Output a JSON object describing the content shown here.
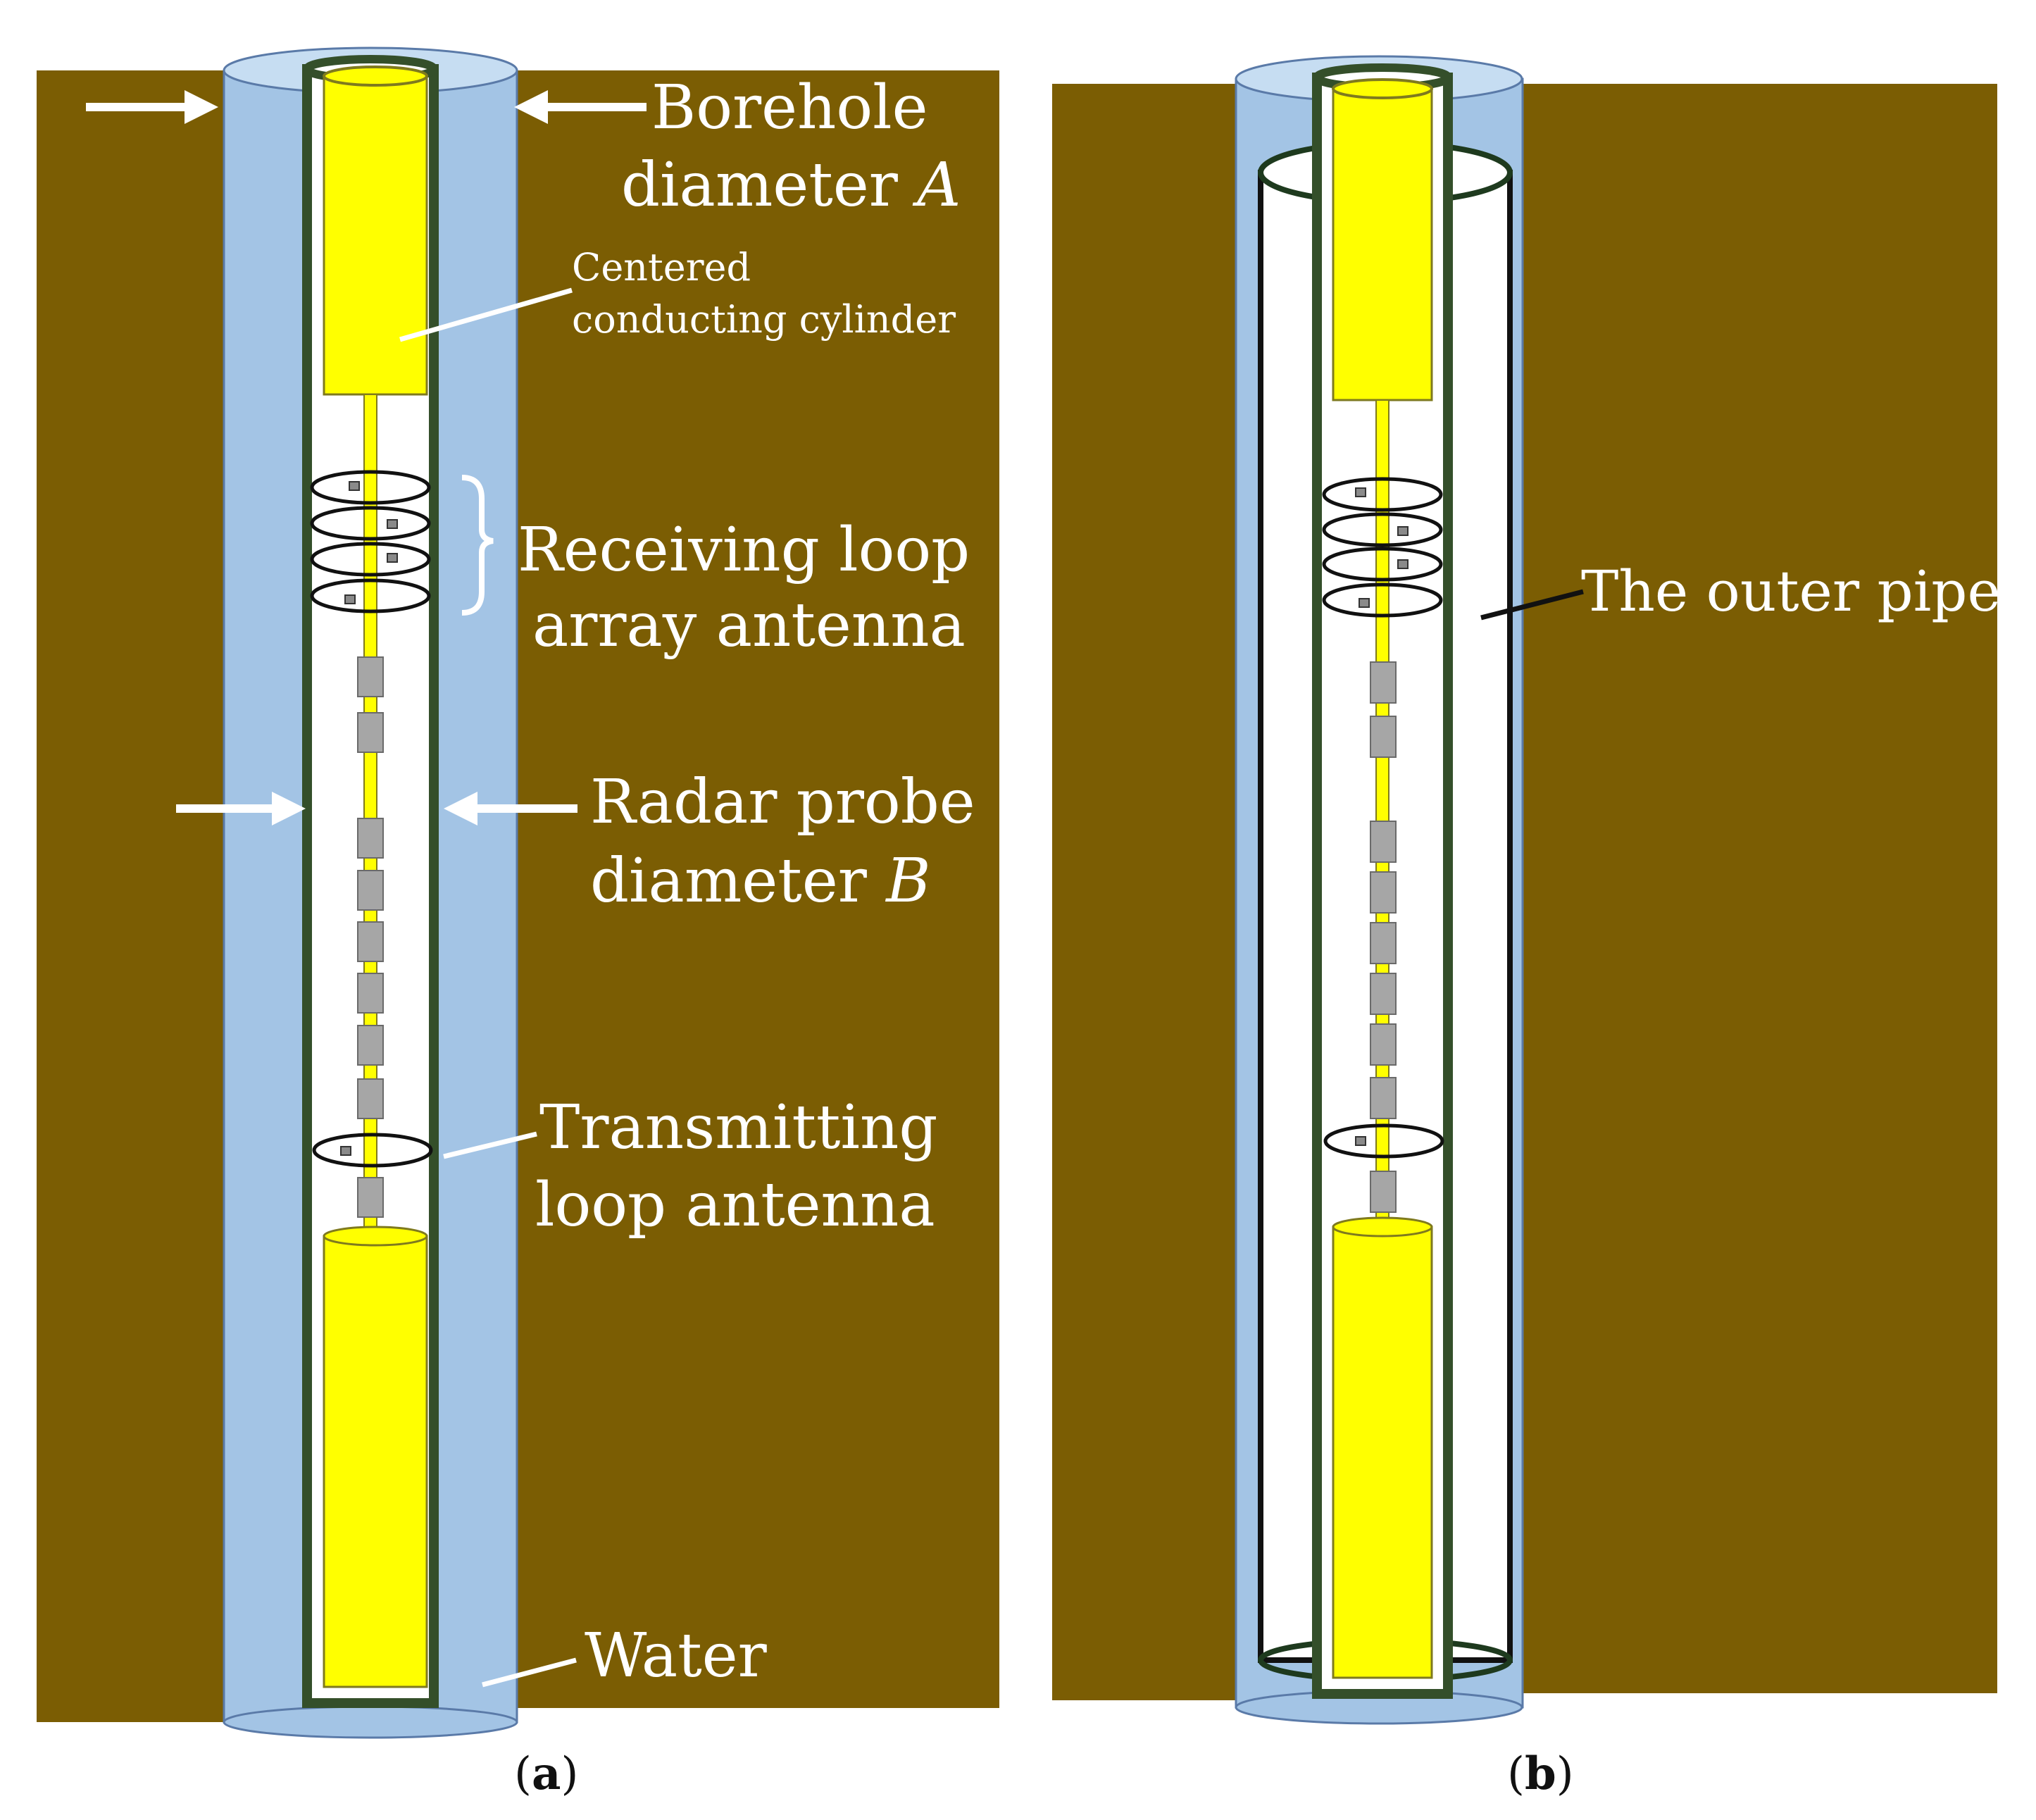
{
  "colors": {
    "soil": "#7b5d03",
    "water": "#a3c4e5",
    "water_top": "#c6ddf2",
    "pipe_wall": "#344f2a",
    "probe": "#ffff00",
    "probe_edge": "#7f7a1e",
    "segment": "#a6a6a6",
    "white": "#ffffff",
    "loop": "#111111",
    "label_white": "#ffffff",
    "label_black": "#111111"
  },
  "panel_a": {
    "borehole_diameter": {
      "line1": "Borehole",
      "line2_text": "diameter ",
      "line2_var": "A"
    },
    "centered_cylinder": {
      "line1": "Centered",
      "line2": "conducting cylinder"
    },
    "receiving_array": {
      "line1": "Receiving loop",
      "line2": "array antenna"
    },
    "probe_diameter": {
      "line1": "Radar probe",
      "line2_text": "diameter ",
      "line2_var": "B"
    },
    "transmitting": {
      "line1": "Transmitting",
      "line2": "loop antenna"
    },
    "water": "Water",
    "caption": {
      "open": "(",
      "letter": "a",
      "close": ")"
    }
  },
  "panel_b": {
    "outer_pipe": "The outer pipe",
    "caption": {
      "open": "(",
      "letter": "b",
      "close": ")"
    }
  }
}
